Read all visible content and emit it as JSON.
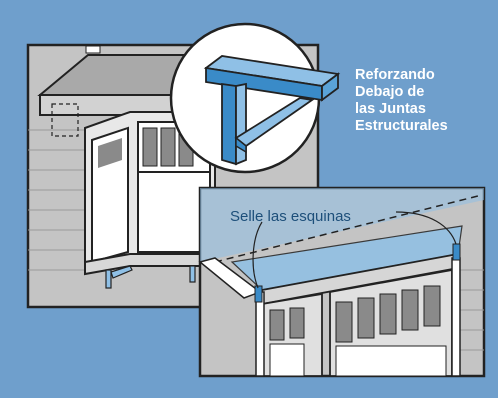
{
  "callouts": {
    "top_label_lines": [
      "Reforzando",
      "Debajo de",
      "las Juntas",
      "Estructurales"
    ],
    "bottom_label": "Selle las esquinas"
  },
  "colors": {
    "background": "#6f9fcc",
    "accent_blue": "#3a8bc8",
    "light_blue": "#8fc0e6",
    "wall_gray": "#bdbdbd",
    "dark_gray": "#6e6e6e",
    "outline": "#222222",
    "white": "#ffffff"
  }
}
